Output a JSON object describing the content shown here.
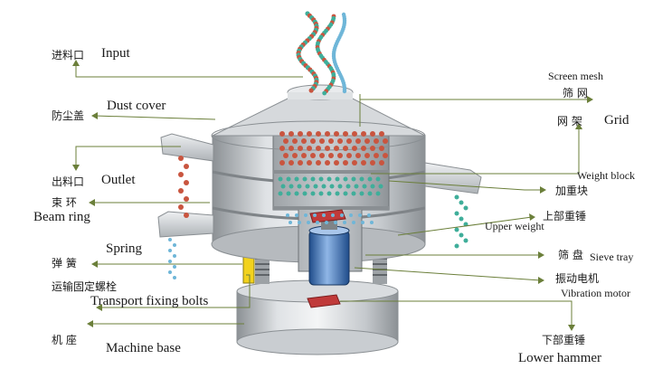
{
  "colors": {
    "leader": "#6b7f3a",
    "body_light": "#e4e6e8",
    "body_mid": "#b9bdc1",
    "body_dark": "#7f8488",
    "motor_blue": "#3b6fb3",
    "weight_red": "#c03a3a",
    "spring_yellow": "#f2d21c"
  },
  "labels": {
    "input_cn": "进料口",
    "input_en": "Input",
    "dust_cover_en": "Dust cover",
    "dust_cover_cn": "防尘盖",
    "outlet_cn": "出料口",
    "outlet_en": "Outlet",
    "beam_ring_cn": "束 环",
    "beam_ring_en": "Beam ring",
    "spring_en": "Spring",
    "spring_cn": "弹 簧",
    "transport_cn": "运输固定螺栓",
    "transport_en": "Transport fixing bolts",
    "machine_base_cn": "机 座",
    "machine_base_en": "Machine base",
    "screen_mesh_en": "Screen mesh",
    "screen_mesh_cn": "筛 网",
    "grid_cn": "网 架",
    "grid_en": "Grid",
    "weight_block_en": "Weight block",
    "weight_block_cn": "加重块",
    "upper_weight_en": "Upper weight",
    "upper_weight_cn": "上部重锤",
    "sieve_tray_cn": "筛 盘",
    "sieve_tray_en": "Sieve tray",
    "vib_motor_cn": "振动电机",
    "vib_motor_en": "Vibration motor",
    "lower_hammer_cn": "下部重锤",
    "lower_hammer_en": "Lower hammer"
  }
}
